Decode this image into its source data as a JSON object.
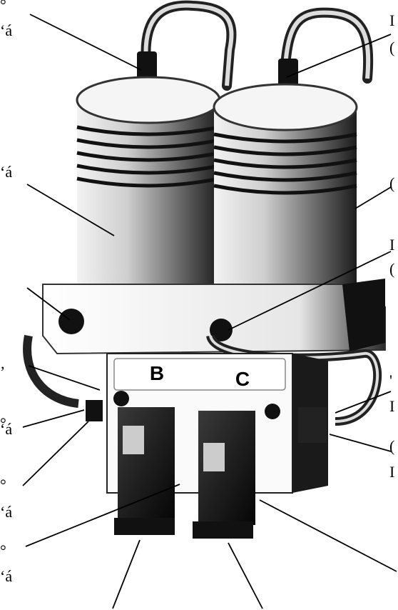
{
  "plate": {
    "left_label": "B",
    "right_label": "C"
  },
  "edge_marks": {
    "left": [
      "°",
      "‘á",
      "‘á",
      "‚",
      "°",
      "‘á",
      "°",
      "‘á",
      "°",
      "‘á"
    ],
    "right": [
      "I",
      "(",
      "(",
      "I",
      "(",
      "'",
      "I",
      "(",
      "I"
    ]
  },
  "colors": {
    "ink": "#000000",
    "paper": "#ffffff"
  }
}
